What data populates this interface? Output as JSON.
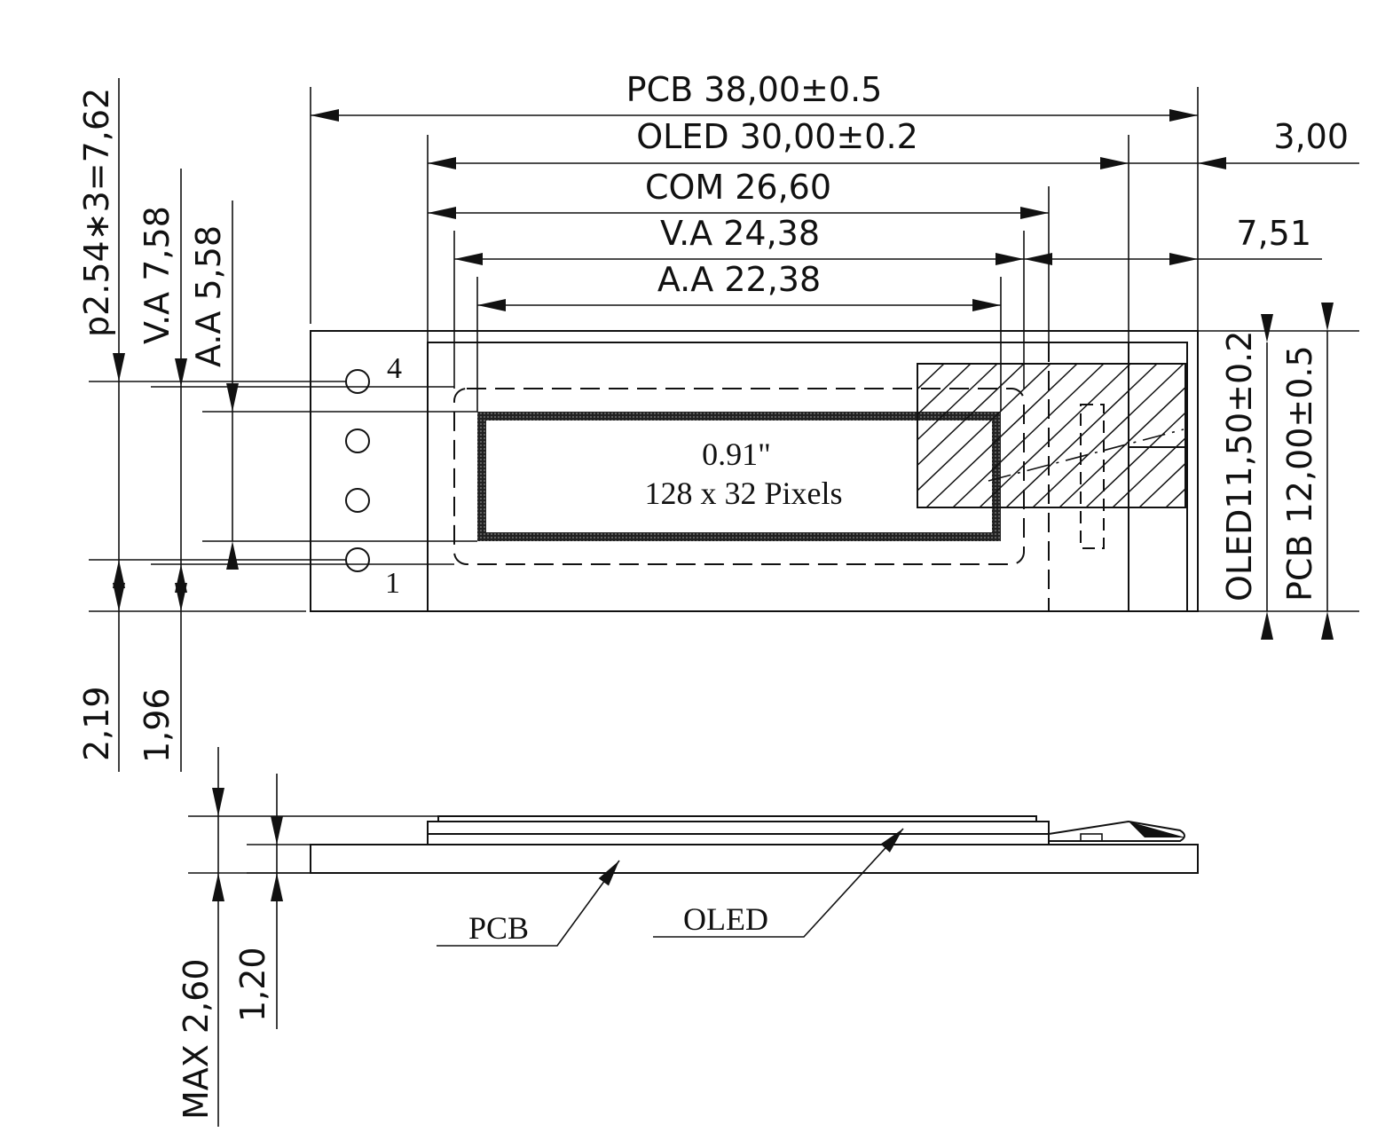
{
  "top_view": {
    "dims": {
      "pcb_width": "PCB 38,00±0.5",
      "oled_width": "OLED 30,00±0.2",
      "com_width": "COM 26,60",
      "va_width": "V.A 24,38",
      "aa_width": "A.A 22,38",
      "right_offset_1": "3,00",
      "right_offset_2": "7,51",
      "pitch": "p2.54∗3=7,62",
      "va_height": "V.A 7,58",
      "aa_height": "A.A 5,58",
      "bottom_offset_1": "2,19",
      "bottom_offset_2": "1,96",
      "oled_height": "OLED11,50±0.2",
      "pcb_height": "PCB 12,00±0.5"
    },
    "screen_label_size": "0.91\"",
    "screen_label_pixels": "128 x 32 Pixels",
    "pin_first": "1",
    "pin_last": "4"
  },
  "side_view": {
    "thickness_max": "MAX 2,60",
    "thickness_pcb": "1,20",
    "callout_pcb": "PCB",
    "callout_oled": "OLED"
  }
}
